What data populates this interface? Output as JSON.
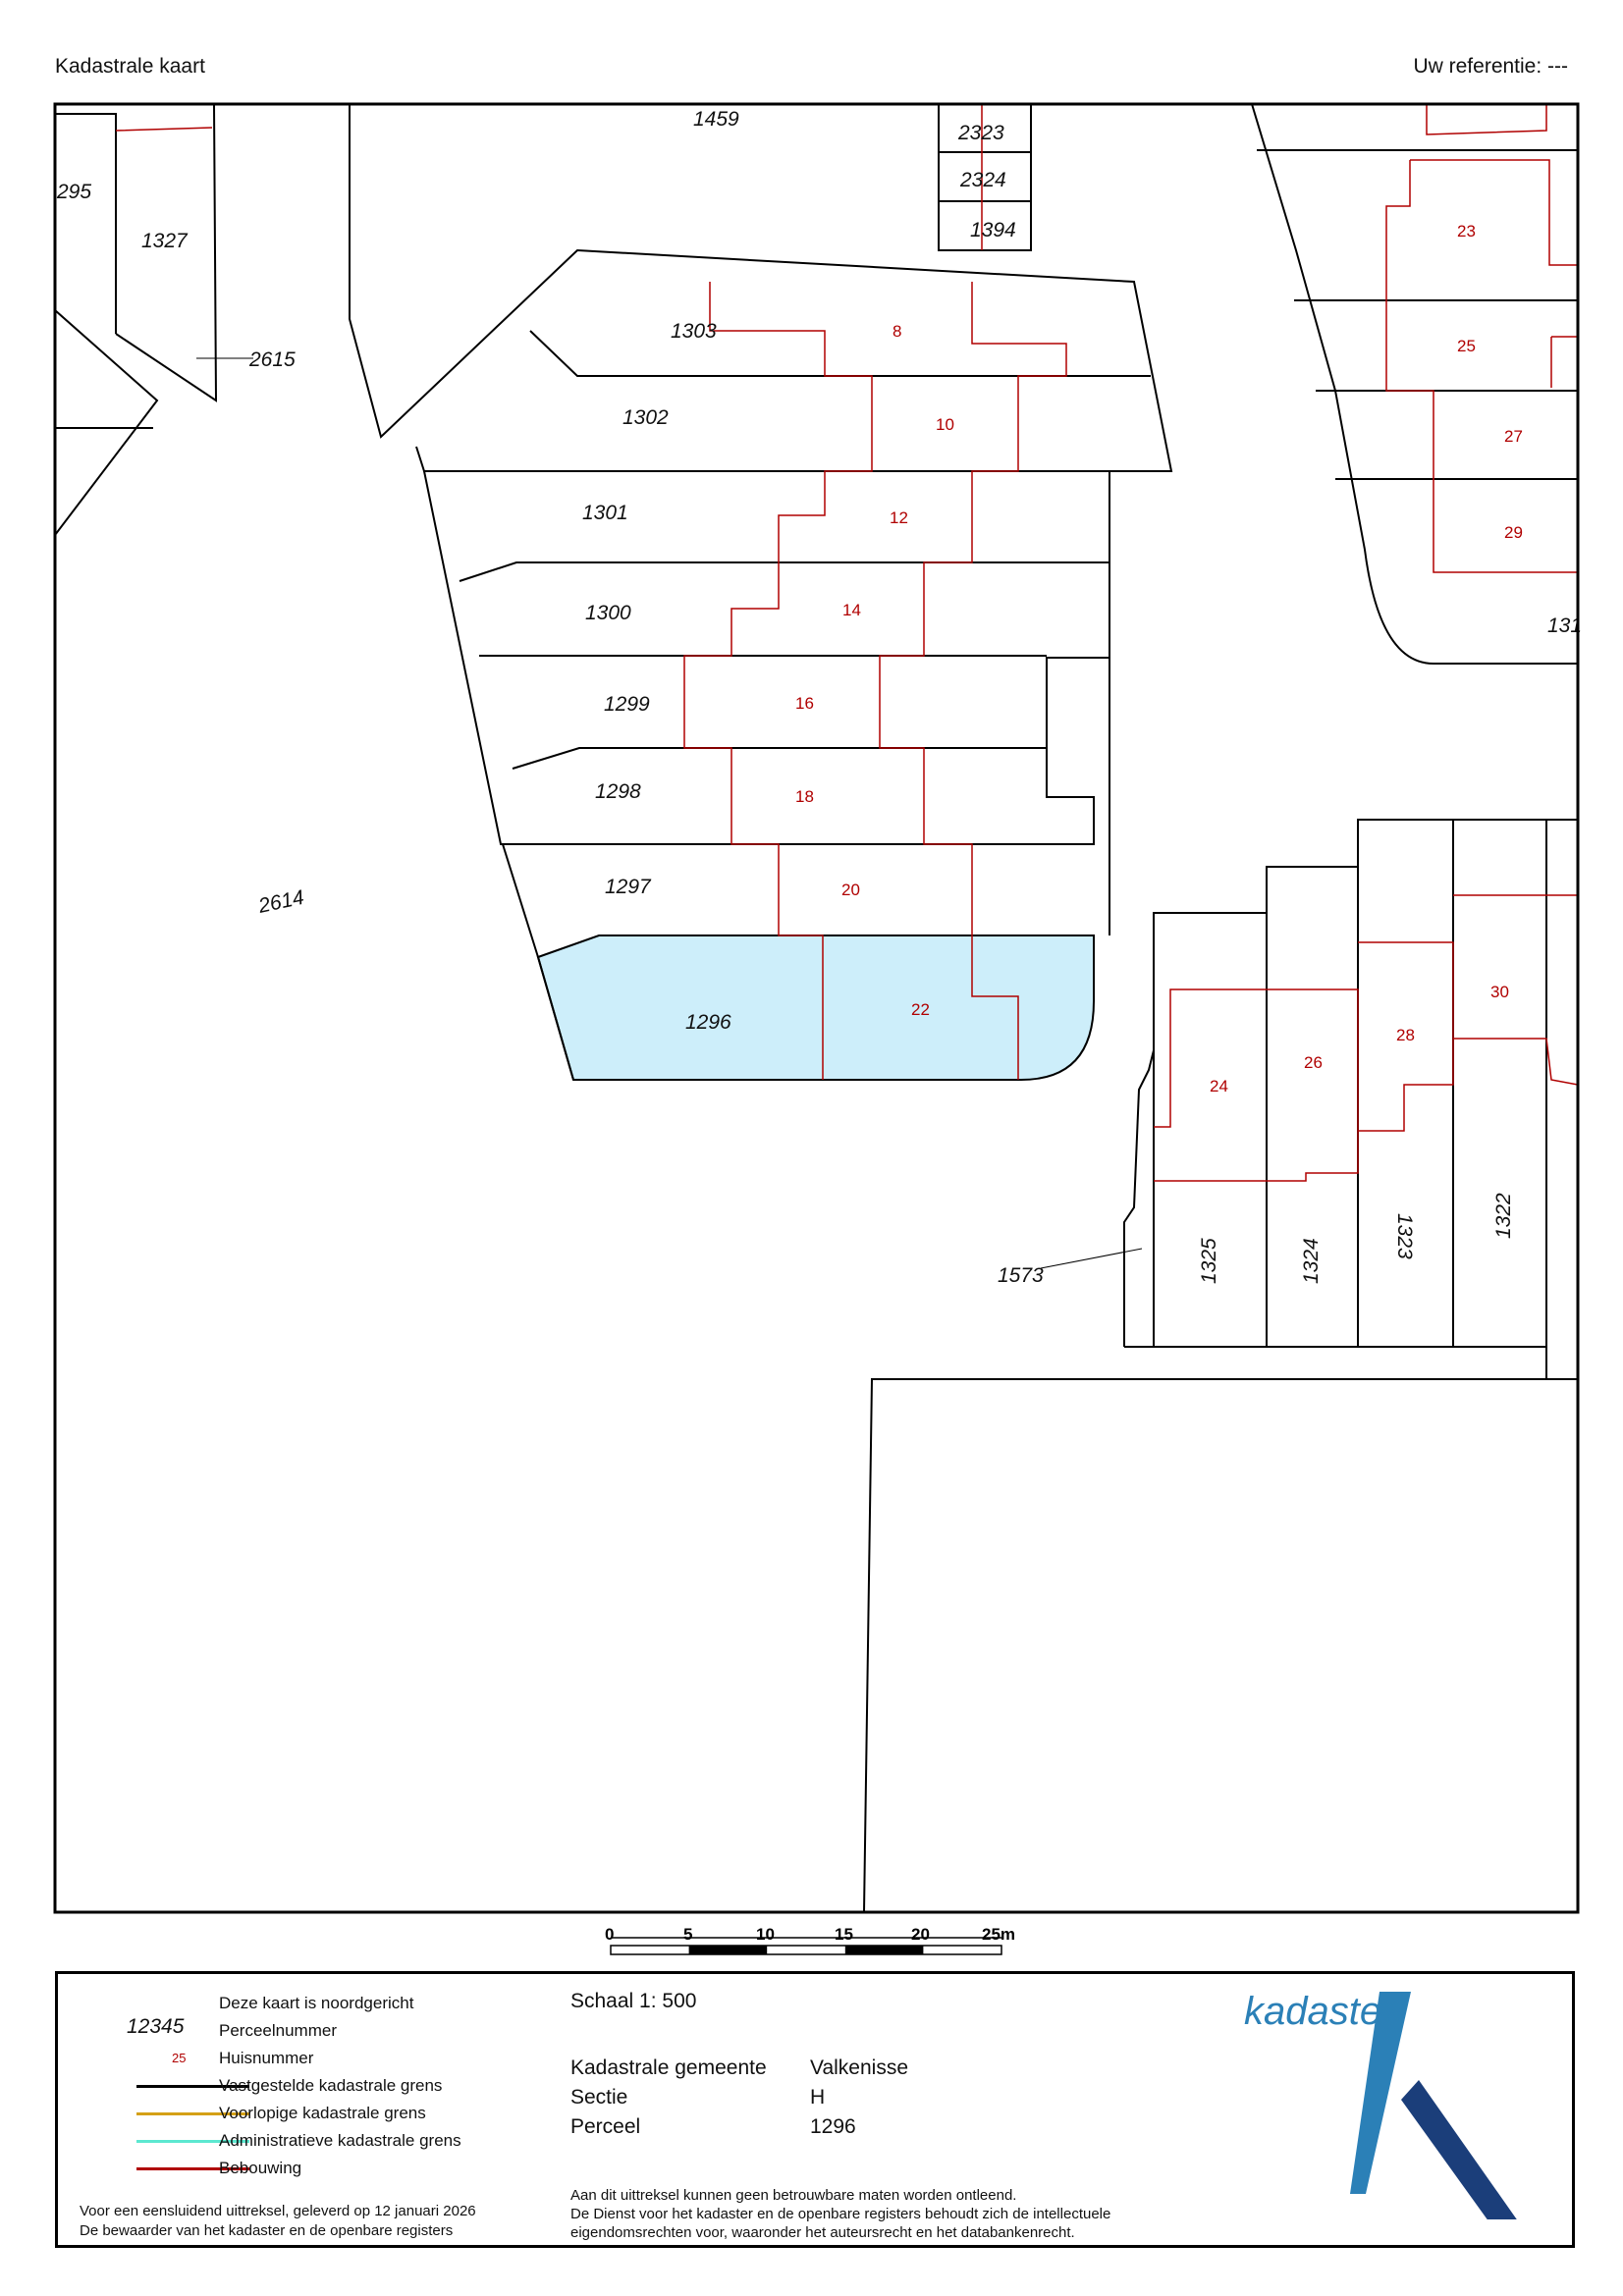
{
  "header": {
    "title": "Kadastrale kaart",
    "reference": "Uw referentie: ---"
  },
  "map": {
    "colors": {
      "border": "#000000",
      "building": "#b00000",
      "highlight": "#cdeefa"
    },
    "parcels": [
      {
        "id": "p1459",
        "label": "1459"
      },
      {
        "id": "p2323",
        "label": "2323"
      },
      {
        "id": "p2324",
        "label": "2324"
      },
      {
        "id": "p1394",
        "label": "1394"
      },
      {
        "id": "p295",
        "label": "295"
      },
      {
        "id": "p1327",
        "label": "1327"
      },
      {
        "id": "p2615",
        "label": "2615"
      },
      {
        "id": "p1303",
        "label": "1303"
      },
      {
        "id": "p1302",
        "label": "1302"
      },
      {
        "id": "p1301",
        "label": "1301"
      },
      {
        "id": "p1300",
        "label": "1300"
      },
      {
        "id": "p1299",
        "label": "1299"
      },
      {
        "id": "p1298",
        "label": "1298"
      },
      {
        "id": "p1297",
        "label": "1297"
      },
      {
        "id": "p1296",
        "label": "1296"
      },
      {
        "id": "p2614",
        "label": "2614"
      },
      {
        "id": "p1573",
        "label": "1573"
      },
      {
        "id": "p1325",
        "label": "1325"
      },
      {
        "id": "p1324",
        "label": "1324"
      },
      {
        "id": "p1323",
        "label": "1323"
      },
      {
        "id": "p1322",
        "label": "1322"
      },
      {
        "id": "p131",
        "label": "131"
      }
    ],
    "house_numbers": [
      "8",
      "10",
      "12",
      "14",
      "16",
      "18",
      "20",
      "22",
      "23",
      "25",
      "27",
      "29",
      "24",
      "26",
      "28",
      "30"
    ],
    "highlighted_parcel": "1296"
  },
  "scalebar": {
    "ticks": [
      "0",
      "5",
      "10",
      "15",
      "20",
      "25m"
    ]
  },
  "legend": {
    "north": "Deze kaart is noordgericht",
    "parcel_sample": "12345",
    "parcel_label": "Perceelnummer",
    "house_sample": "25",
    "house_label": "Huisnummer",
    "items": [
      {
        "label": "Vastgestelde kadastrale grens",
        "color": "#000000"
      },
      {
        "label": "Voorlopige kadastrale grens",
        "color": "#d4a017"
      },
      {
        "label": "Administratieve kadastrale grens",
        "color": "#5ce8d0"
      },
      {
        "label": "Bebouwing",
        "color": "#b00000"
      }
    ],
    "footer_line1": "Voor een eensluidend uittreksel, geleverd op 12 januari 2026",
    "footer_line2": "De bewaarder van het kadaster en de openbare registers"
  },
  "info": {
    "scale": "Schaal 1: 500",
    "municipality_label": "Kadastrale gemeente",
    "municipality_value": "Valkenisse",
    "section_label": "Sectie",
    "section_value": "H",
    "parcel_label": "Perceel",
    "parcel_value": "1296"
  },
  "disclaimer": {
    "line1": "Aan dit uittreksel kunnen geen betrouwbare maten worden ontleend.",
    "line2": "De Dienst voor het kadaster en de openbare registers behoudt zich de intellectuele",
    "line3": "eigendomsrechten voor, waaronder het auteursrecht en het databankenrecht."
  },
  "logo": {
    "text": "kadaster",
    "color1": "#2b80b7",
    "color2": "#1b3e7a"
  }
}
